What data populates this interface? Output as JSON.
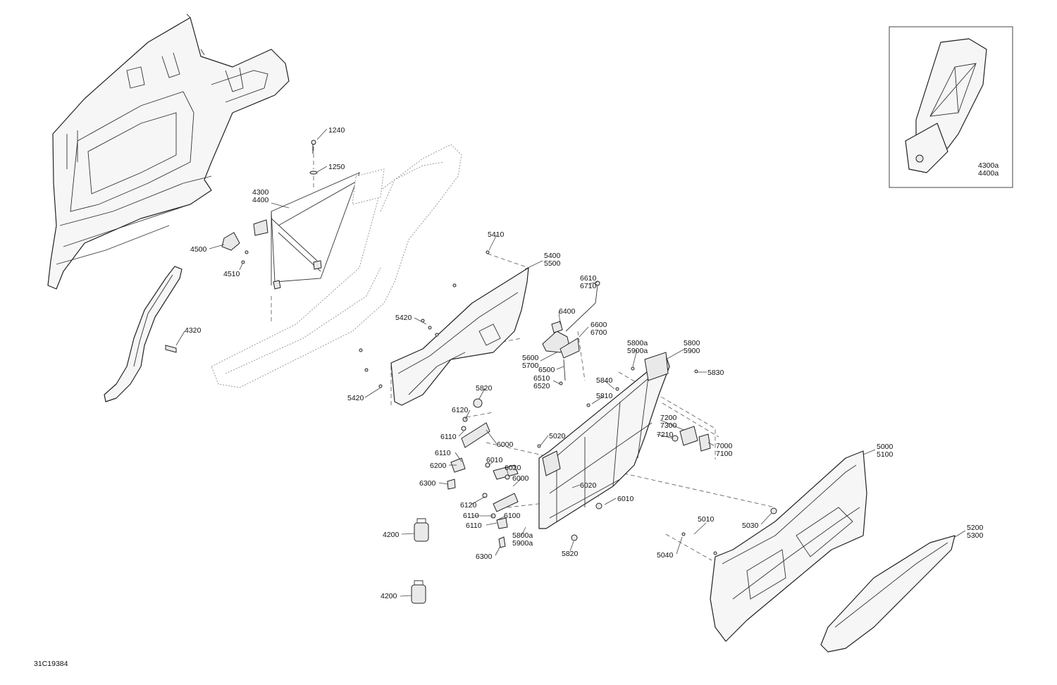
{
  "drawing_number": "31C19384",
  "callouts": [
    {
      "id": "c1240",
      "lines": [
        "1240"
      ]
    },
    {
      "id": "c1250",
      "lines": [
        "1250"
      ]
    },
    {
      "id": "c4300",
      "lines": [
        "4300",
        "4400"
      ]
    },
    {
      "id": "c4500",
      "lines": [
        "4500"
      ]
    },
    {
      "id": "c4510",
      "lines": [
        "4510"
      ]
    },
    {
      "id": "c4320",
      "lines": [
        "4320"
      ]
    },
    {
      "id": "c5410",
      "lines": [
        "5410"
      ]
    },
    {
      "id": "c5400",
      "lines": [
        "5400",
        "5500"
      ]
    },
    {
      "id": "c5420a",
      "lines": [
        "5420"
      ]
    },
    {
      "id": "c5420b",
      "lines": [
        "5420"
      ]
    },
    {
      "id": "c6610",
      "lines": [
        "6610",
        "6710"
      ]
    },
    {
      "id": "c6400",
      "lines": [
        "6400"
      ]
    },
    {
      "id": "c6600",
      "lines": [
        "6600",
        "6700"
      ]
    },
    {
      "id": "c5600",
      "lines": [
        "5600",
        "5700"
      ]
    },
    {
      "id": "c6500",
      "lines": [
        "6500"
      ]
    },
    {
      "id": "c6510",
      "lines": [
        "6510",
        "6520"
      ]
    },
    {
      "id": "c5800a",
      "lines": [
        "5800a",
        "5900a"
      ]
    },
    {
      "id": "c5800",
      "lines": [
        "5800",
        "5900"
      ]
    },
    {
      "id": "c5830",
      "lines": [
        "5830"
      ]
    },
    {
      "id": "c5840",
      "lines": [
        "5840"
      ]
    },
    {
      "id": "c5810",
      "lines": [
        "5810"
      ]
    },
    {
      "id": "c5820a",
      "lines": [
        "5820"
      ]
    },
    {
      "id": "c6120a",
      "lines": [
        "6120"
      ]
    },
    {
      "id": "c6110a",
      "lines": [
        "6110"
      ]
    },
    {
      "id": "c6000a",
      "lines": [
        "6000"
      ]
    },
    {
      "id": "c6110b",
      "lines": [
        "6110"
      ]
    },
    {
      "id": "c6200",
      "lines": [
        "6200"
      ]
    },
    {
      "id": "c6300a",
      "lines": [
        "6300"
      ]
    },
    {
      "id": "c6010a",
      "lines": [
        "6010"
      ]
    },
    {
      "id": "c6020a",
      "lines": [
        "6020"
      ]
    },
    {
      "id": "c6000b",
      "lines": [
        "6000"
      ]
    },
    {
      "id": "c5020",
      "lines": [
        "5020"
      ]
    },
    {
      "id": "c7200",
      "lines": [
        "7200",
        "7300"
      ]
    },
    {
      "id": "c7210",
      "lines": [
        "7210"
      ]
    },
    {
      "id": "c7000",
      "lines": [
        "7000",
        "7100"
      ]
    },
    {
      "id": "c6020b",
      "lines": [
        "6020"
      ]
    },
    {
      "id": "c6010b",
      "lines": [
        "6010"
      ]
    },
    {
      "id": "c6120b",
      "lines": [
        "6120"
      ]
    },
    {
      "id": "c6110c",
      "lines": [
        "6110"
      ]
    },
    {
      "id": "c6110d",
      "lines": [
        "6110"
      ]
    },
    {
      "id": "c6100",
      "lines": [
        "6100"
      ]
    },
    {
      "id": "c5800b",
      "lines": [
        "5800a",
        "5900a"
      ]
    },
    {
      "id": "c6300b",
      "lines": [
        "6300"
      ]
    },
    {
      "id": "c5820b",
      "lines": [
        "5820"
      ]
    },
    {
      "id": "c4200a",
      "lines": [
        "4200"
      ]
    },
    {
      "id": "c4200b",
      "lines": [
        "4200"
      ]
    },
    {
      "id": "c5000",
      "lines": [
        "5000",
        "5100"
      ]
    },
    {
      "id": "c5010",
      "lines": [
        "5010"
      ]
    },
    {
      "id": "c5030",
      "lines": [
        "5030"
      ]
    },
    {
      "id": "c5040",
      "lines": [
        "5040"
      ]
    },
    {
      "id": "c5200",
      "lines": [
        "5200",
        "5300"
      ]
    },
    {
      "id": "c4300a",
      "lines": [
        "4300a",
        "4400a"
      ]
    }
  ]
}
